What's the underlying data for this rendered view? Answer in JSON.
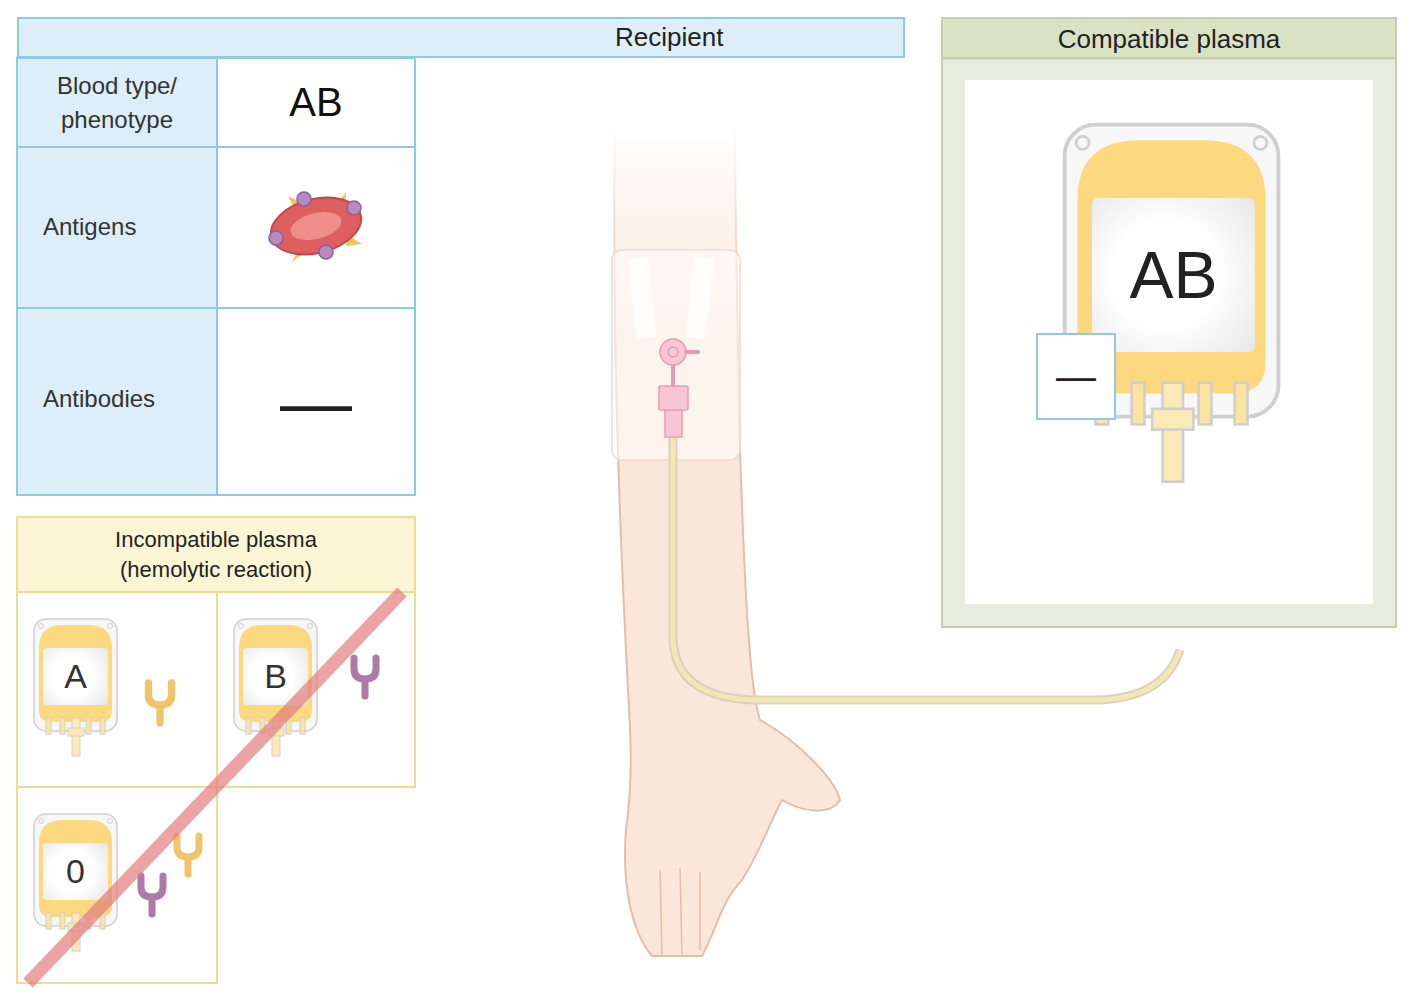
{
  "diagram": {
    "nodes": [
      {
        "text": [
          "Recipient"
        ]
      },
      {
        "text": [
          "Compatible plasma"
        ]
      },
      {
        "text": [
          "AB"
        ],
        "in": 1
      },
      {
        "text": [
          "—"
        ],
        "in": 1
      },
      {
        "text": [
          "Incompatible plasma (hemolytic reaction)"
        ]
      },
      {
        "text": [
          "A"
        ],
        "in": 4
      },
      {
        "text": [
          "B"
        ],
        "in": 4
      },
      {
        "text": [
          "0"
        ],
        "in": 4
      }
    ],
    "labels": [
      "Blood type/ phenotype",
      "AB",
      "Antigens",
      "Antibodies",
      "—"
    ]
  }
}
